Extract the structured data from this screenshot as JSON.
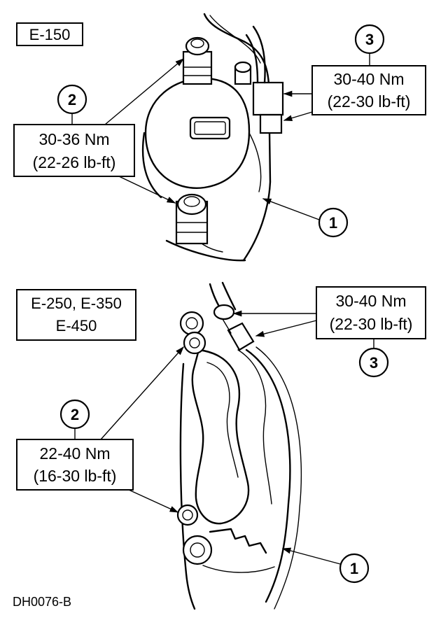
{
  "figure_id": "DH0076-B",
  "top_view": {
    "model_label": "E-150",
    "callout_caliper": "1",
    "callout_bolts": "2",
    "callout_hose": "3",
    "bolt_torque_nm": "30-36 Nm",
    "bolt_torque_lbft": "(22-26 lb-ft)",
    "hose_torque_nm": "30-40 Nm",
    "hose_torque_lbft": "(22-30 lb-ft)"
  },
  "bottom_view": {
    "model_label_line1": "E-250, E-350",
    "model_label_line2": "E-450",
    "callout_caliper": "1",
    "callout_bolts": "2",
    "callout_hose": "3",
    "bolt_torque_nm": "22-40 Nm",
    "bolt_torque_lbft": "(16-30 lb-ft)",
    "hose_torque_nm": "30-40 Nm",
    "hose_torque_lbft": "(22-30 lb-ft)"
  }
}
